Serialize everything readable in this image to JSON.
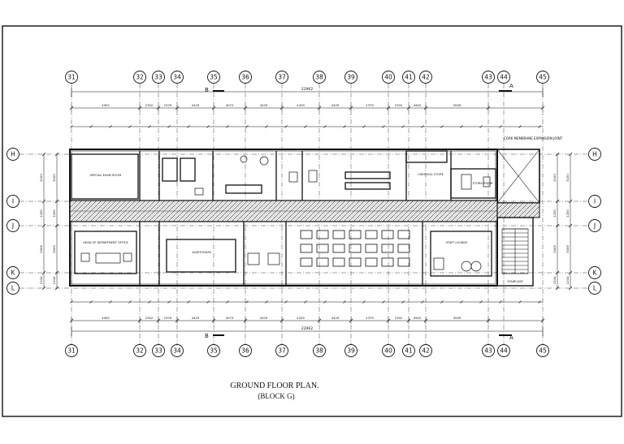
{
  "plan": {
    "title": "GROUND FLOOR PLAN.",
    "subtitle": "(BLOCK G)",
    "colors": {
      "ink": "#111111",
      "paper": "#ffffff",
      "hatch": "#444444"
    }
  },
  "grid_columns": [
    "31",
    "32",
    "33",
    "34",
    "35",
    "36",
    "37",
    "38",
    "39",
    "40",
    "41",
    "42",
    "43",
    "44",
    "45"
  ],
  "grid_rows": [
    "H",
    "I",
    "J",
    "K",
    "L"
  ],
  "section_markers": [
    "B",
    "A"
  ],
  "dimensions": {
    "overall": "22962",
    "top_chain": [
      "4902",
      "2302",
      "2379",
      "4429",
      "4073",
      "4429",
      "4429",
      "4429",
      "2379",
      "2302",
      "4902",
      "3009"
    ],
    "bottom_chain": [
      "4902",
      "2302",
      "2379",
      "4429",
      "4073",
      "4429",
      "4429",
      "4429",
      "2379",
      "2302",
      "4902",
      "3009"
    ],
    "left_chain": [
      "3100",
      "1250",
      "3009",
      "1204"
    ],
    "right_chain": [
      "3100",
      "1250",
      "3009",
      "1204"
    ]
  },
  "rooms": {
    "upper_left": "SPECIAL EXAM ROOM",
    "upper_right_lab": "CHEMICAL STORE",
    "upper_far_right": "STORE ROOM",
    "lower_left": "HEAD OF DEPARTMENT OFFICE",
    "lower_mid": "AUDITORIUM",
    "lower_right": "STAFF LOUNGE",
    "stair": "STAIRCASE",
    "joint_note": "CORK MEMBRANE EXPANSION JOINT"
  }
}
